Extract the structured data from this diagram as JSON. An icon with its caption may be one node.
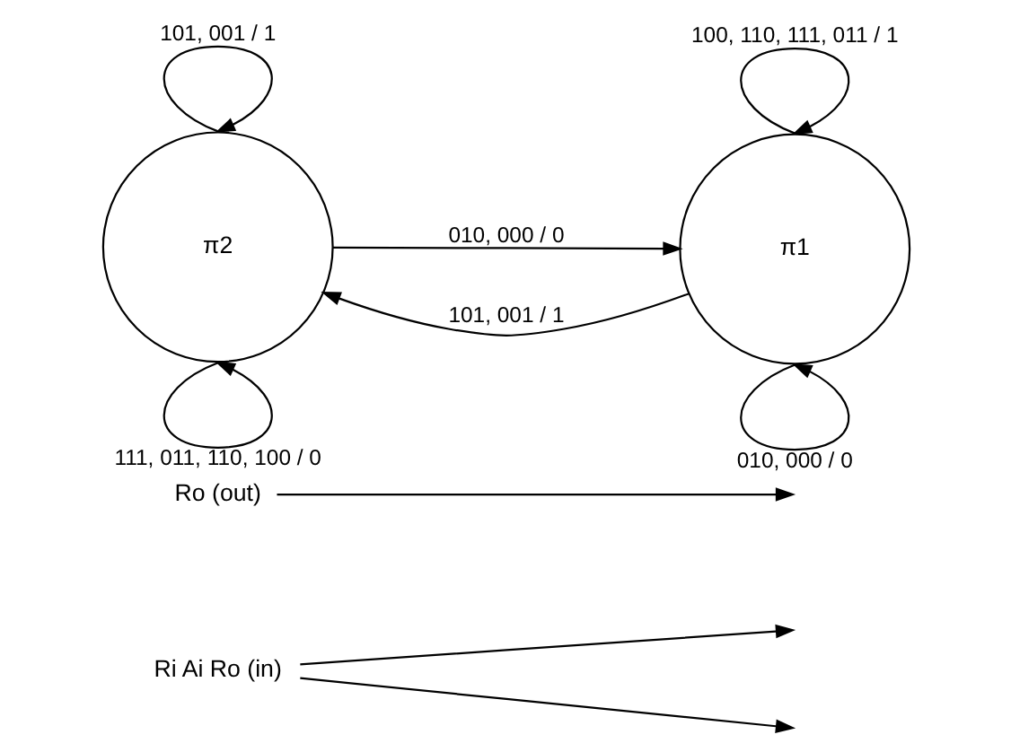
{
  "diagram": {
    "nodes": [
      {
        "text": [
          "Ri Ai Ro (in)"
        ]
      },
      {
        "text": [
          "Ro (out)"
        ]
      },
      {
        "text": [
          "π2"
        ]
      },
      {
        "text": [
          "π1"
        ]
      }
    ],
    "edges": [
      {
        "from": 2,
        "to": 2,
        "arrow": "to",
        "label": "101, 001 / 1"
      },
      {
        "from": 0,
        "to": null,
        "arrow": "to"
      },
      {
        "from": 0,
        "to": null,
        "arrow": "to"
      },
      {
        "from": 1,
        "to": null,
        "arrow": "to"
      },
      {
        "from": 3,
        "to": 3,
        "arrow": "to",
        "label": "100, 110, 111, 011 / 1"
      },
      {
        "from": 3,
        "to": 2,
        "arrow": "to",
        "label": "101, 001 / 1"
      },
      {
        "from": 2,
        "to": 3,
        "arrow": "to",
        "label": "010, 000 / 0"
      },
      {
        "from": 2,
        "to": 2,
        "arrow": "to",
        "label": "111, 011, 110, 100 / 0"
      },
      {
        "from": 3,
        "to": 3,
        "arrow": "to",
        "label": "010, 000 / 0"
      }
    ]
  }
}
